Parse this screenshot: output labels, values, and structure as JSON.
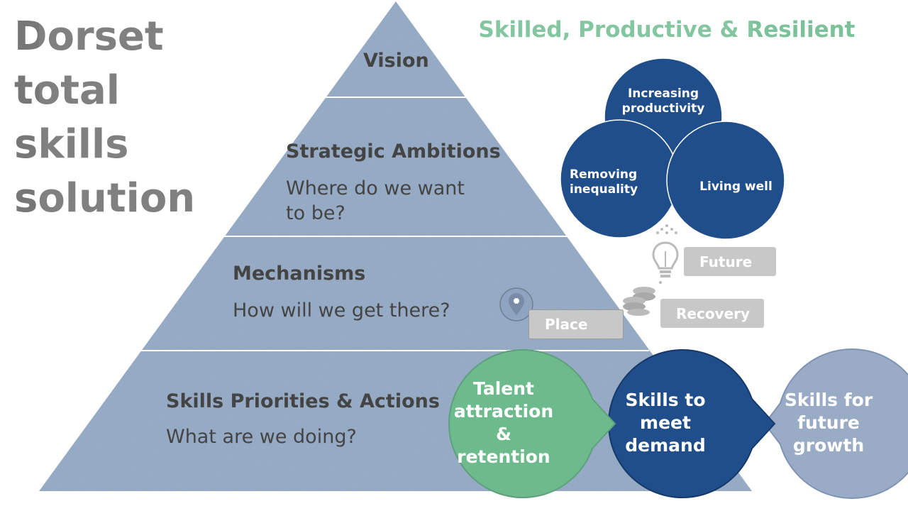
{
  "title": "Dorset total skills solution",
  "heading": "Skilled, Productive & Resilient",
  "pyramid": {
    "vision": "Vision",
    "strategic": {
      "title": "Strategic Ambitions",
      "question_line1": "Where do we want",
      "question_line2": "to be?"
    },
    "mechanisms": {
      "title": "Mechanisms",
      "question": "How will we get there?"
    },
    "skills": {
      "title": "Skills Priorities & Actions",
      "question": "What are we doing?"
    }
  },
  "venn": {
    "top_line1": "Increasing",
    "top_line2": "productivity",
    "left_line1": "Removing",
    "left_line2": "inequality",
    "right": "Living well"
  },
  "tags": {
    "future": "Future",
    "recovery": "Recovery",
    "place": "Place"
  },
  "icons": {
    "lightbulb": "lightbulb-icon",
    "coins": "coins-icon",
    "location": "location-pin-icon"
  },
  "flow": {
    "talent": {
      "line1": "Talent",
      "line2": "attraction",
      "line3": "&",
      "line4": "retention"
    },
    "meet": {
      "line1": "Skills to",
      "line2": "meet",
      "line3": "demand"
    },
    "future": {
      "line1": "Skills for",
      "line2": "future",
      "line3": "growth"
    }
  },
  "colors": {
    "pyramid": "#8ea4c0",
    "venn": "#1f4e8a",
    "talent": "#6dbb8d",
    "meet": "#1f4e8a",
    "future_growth": "#9aabc6",
    "title": "#777777",
    "heading": "#7bc29a",
    "tag": "#c8c8c8"
  }
}
